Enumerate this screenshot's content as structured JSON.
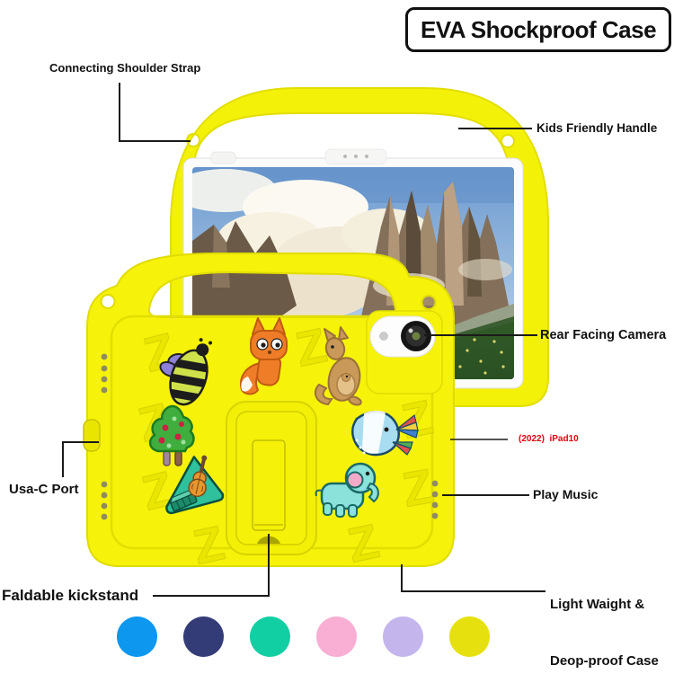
{
  "title": "EVA Shockproof Case",
  "product": {
    "case_color": "#f4f109",
    "screen_content": "mountain-landscape-photo",
    "charms": [
      "bee",
      "fox",
      "kangaroo",
      "tree",
      "guitar-violin",
      "badger-umbrella",
      "elephant"
    ],
    "z_glyph": "Z"
  },
  "labels": {
    "shoulder_strap": "Connecting Shoulder Strap",
    "handle": "Kids Friendly Handle",
    "camera": "Rear Facing Camera",
    "model": "(2022)  iPad10",
    "model_color": "#e8000d",
    "usb_port": "Usa-C Port",
    "speaker": "Play Music",
    "kickstand": "Faldable kickstand",
    "durability_line1": "Light Waight &",
    "durability_line2": "Deop-proof Case"
  },
  "color_options": [
    "#0d97ef",
    "#343c78",
    "#12cfa3",
    "#f9aed4",
    "#c4b5ed",
    "#e6e10e"
  ]
}
